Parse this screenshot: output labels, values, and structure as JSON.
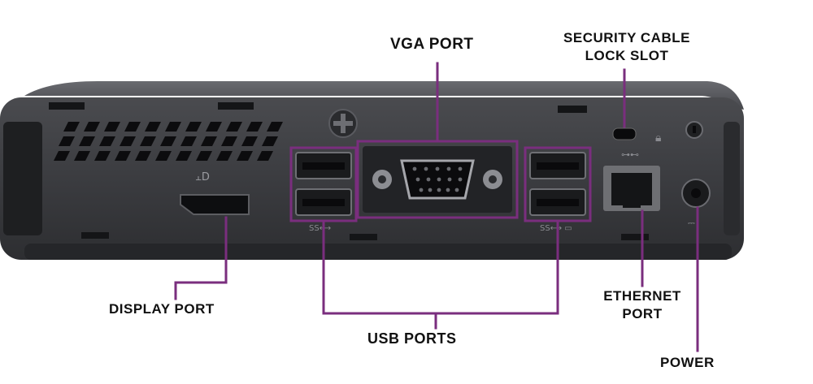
{
  "diagram": {
    "labels": {
      "vga_port": "VGA PORT",
      "security_line1": "SECURITY CABLE",
      "security_line2": "LOCK SLOT",
      "display_port": "DISPLAY PORT",
      "usb_ports": "USB PORTS",
      "ethernet_line1": "ETHERNET",
      "ethernet_line2": "PORT",
      "power": "POWER"
    },
    "colors": {
      "callout": "#7a2e7e",
      "chassis": "#3a3b3e",
      "chassis_top": "#55565a",
      "port_black": "#111214",
      "vent": "#0c0c0e",
      "label_text": "#111111"
    }
  }
}
